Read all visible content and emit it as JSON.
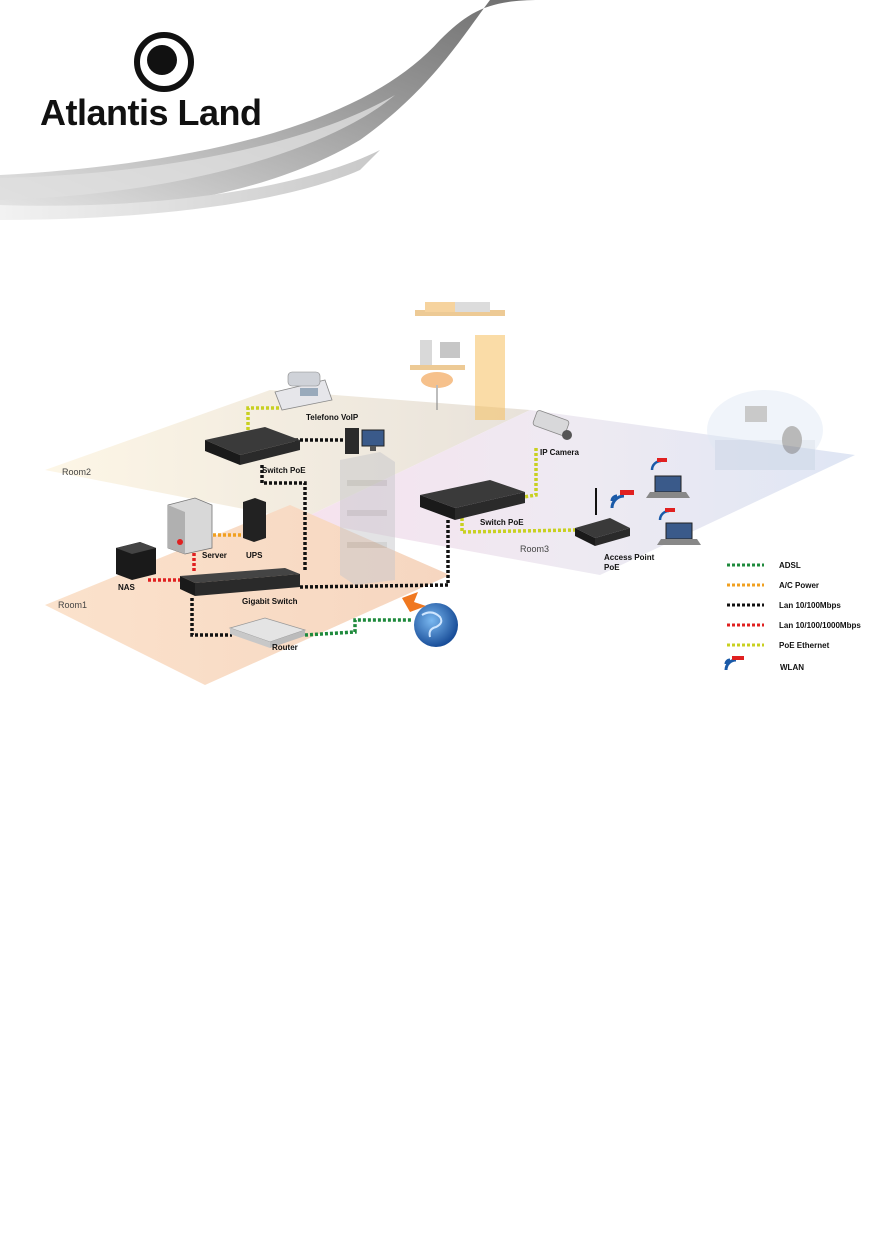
{
  "brand": {
    "name": "Atlantis Land"
  },
  "rooms": {
    "room1": "Room1",
    "room2": "Room2",
    "room3": "Room3"
  },
  "devices": {
    "telefono_voip": "Telefono VoIP",
    "switch_poe_1": "Switch PoE",
    "switch_poe_2": "Switch PoE",
    "ip_camera": "IP Camera",
    "server": "Server",
    "ups": "UPS",
    "nas": "NAS",
    "gigabit_switch": "Gigabit Switch",
    "router": "Router",
    "access_point_1": "Access Point",
    "access_point_2": "PoE"
  },
  "legend": [
    {
      "label": "ADSL",
      "color": "#1e8a3c"
    },
    {
      "label": "A/C Power",
      "color": "#f0a020"
    },
    {
      "label": "Lan 10/100Mbps",
      "color": "#111111"
    },
    {
      "label": "Lan 10/100/1000Mbps",
      "color": "#e02020"
    },
    {
      "label": "PoE Ethernet",
      "color": "#c8d020"
    }
  ],
  "legend_wlan": "WLAN",
  "colors": {
    "swoosh_dark": "#8a8a8a",
    "swoosh_light": "#d8d8d8",
    "wlan_blue": "#1a5aa8"
  }
}
